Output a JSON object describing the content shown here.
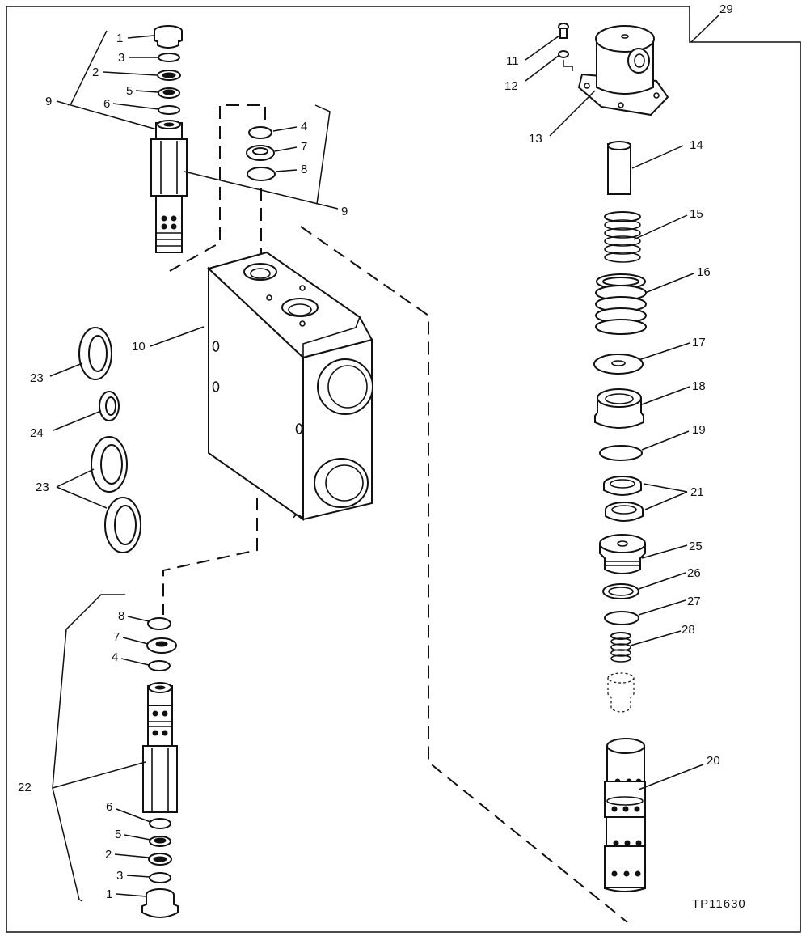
{
  "figure_code": "TP11630",
  "labels": {
    "l1a": "1",
    "l3a": "3",
    "l2a": "2",
    "l5a": "5",
    "l6a": "6",
    "l9a": "9",
    "l4a": "4",
    "l7a": "7",
    "l8a": "8",
    "l9b": "9",
    "l10": "10",
    "l23a": "23",
    "l24": "24",
    "l23b": "23",
    "l8b": "8",
    "l7b": "7",
    "l4b": "4",
    "l22": "22",
    "l6b": "6",
    "l5b": "5",
    "l2b": "2",
    "l3b": "3",
    "l1b": "1",
    "l11": "11",
    "l12": "12",
    "l13": "13",
    "l29": "29",
    "l14": "14",
    "l15": "15",
    "l16": "16",
    "l17": "17",
    "l18": "18",
    "l19": "19",
    "l21": "21",
    "l25": "25",
    "l26": "26",
    "l27": "27",
    "l28": "28",
    "l20": "20"
  }
}
